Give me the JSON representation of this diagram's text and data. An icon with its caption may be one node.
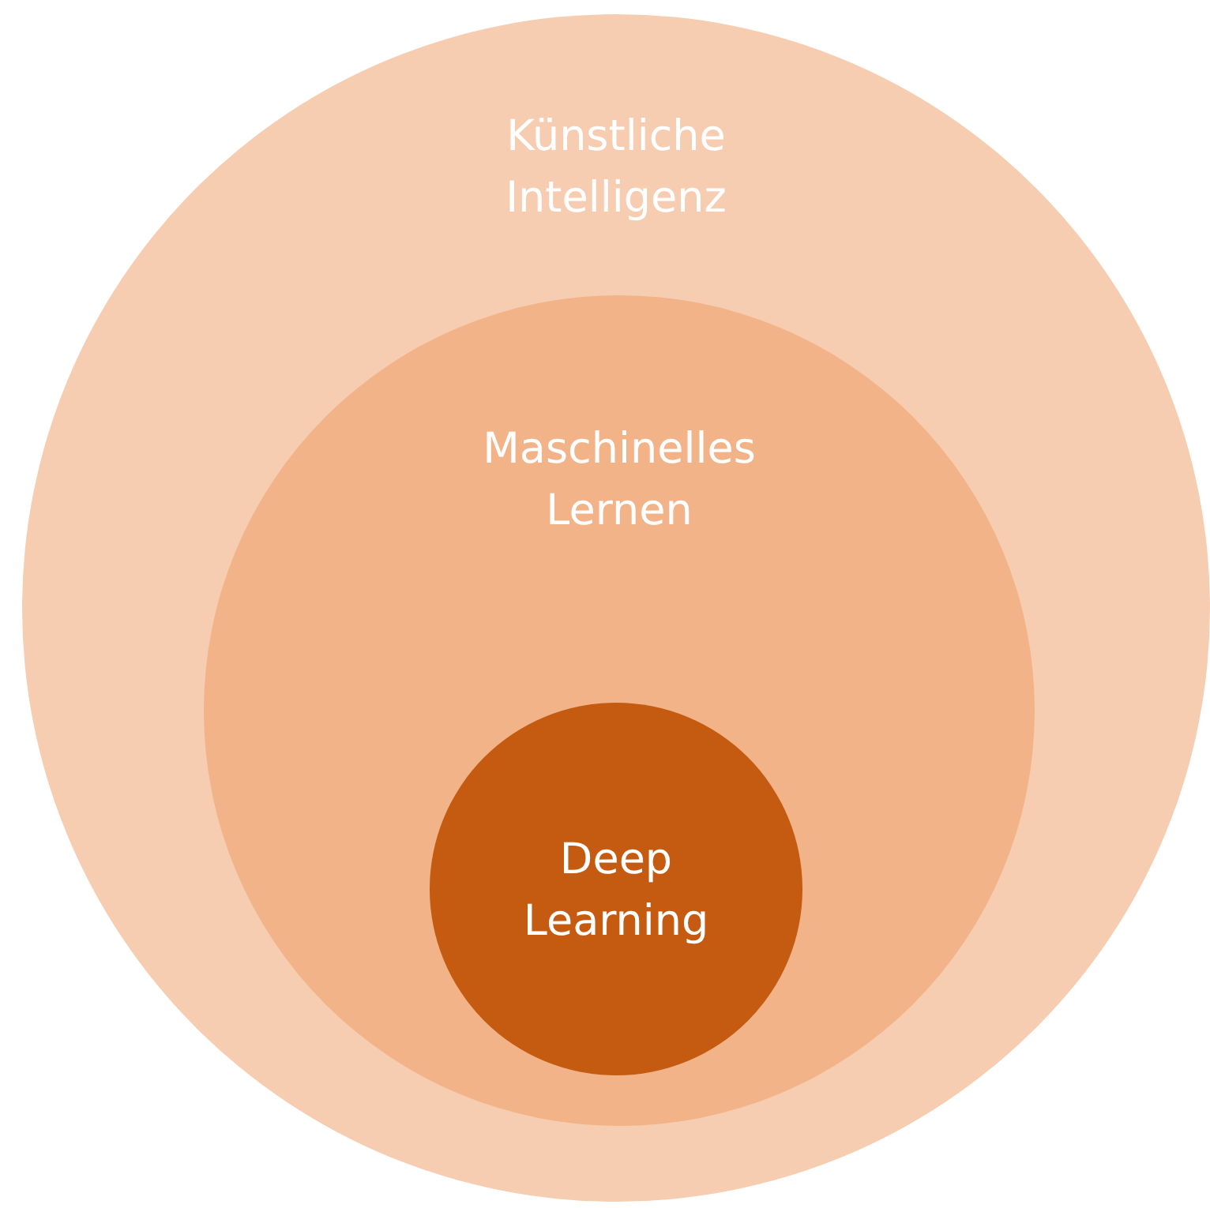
{
  "diagram": {
    "nodes": [
      {
        "text": [
          "Künstliche Intelligenz"
        ]
      },
      {
        "text": [
          "Maschinelles Lernen"
        ],
        "in": 0
      },
      {
        "text": [
          "Deep Learning"
        ],
        "in": 1
      }
    ]
  }
}
